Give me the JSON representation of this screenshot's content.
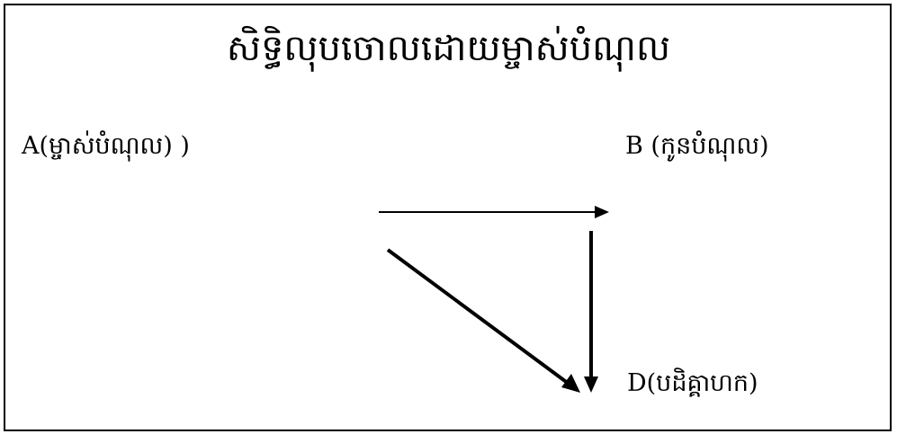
{
  "title": "សិទ្ធិលុបចោលដោយម្ចាស់បំណុល",
  "nodes": {
    "a": "A(ម្ចាស់បំណុល)   )",
    "b": "B (កូនបំណុល)",
    "d": "D(បដិគ្គាហក)"
  },
  "colors": {
    "ink": "#000000",
    "background": "#ffffff"
  }
}
